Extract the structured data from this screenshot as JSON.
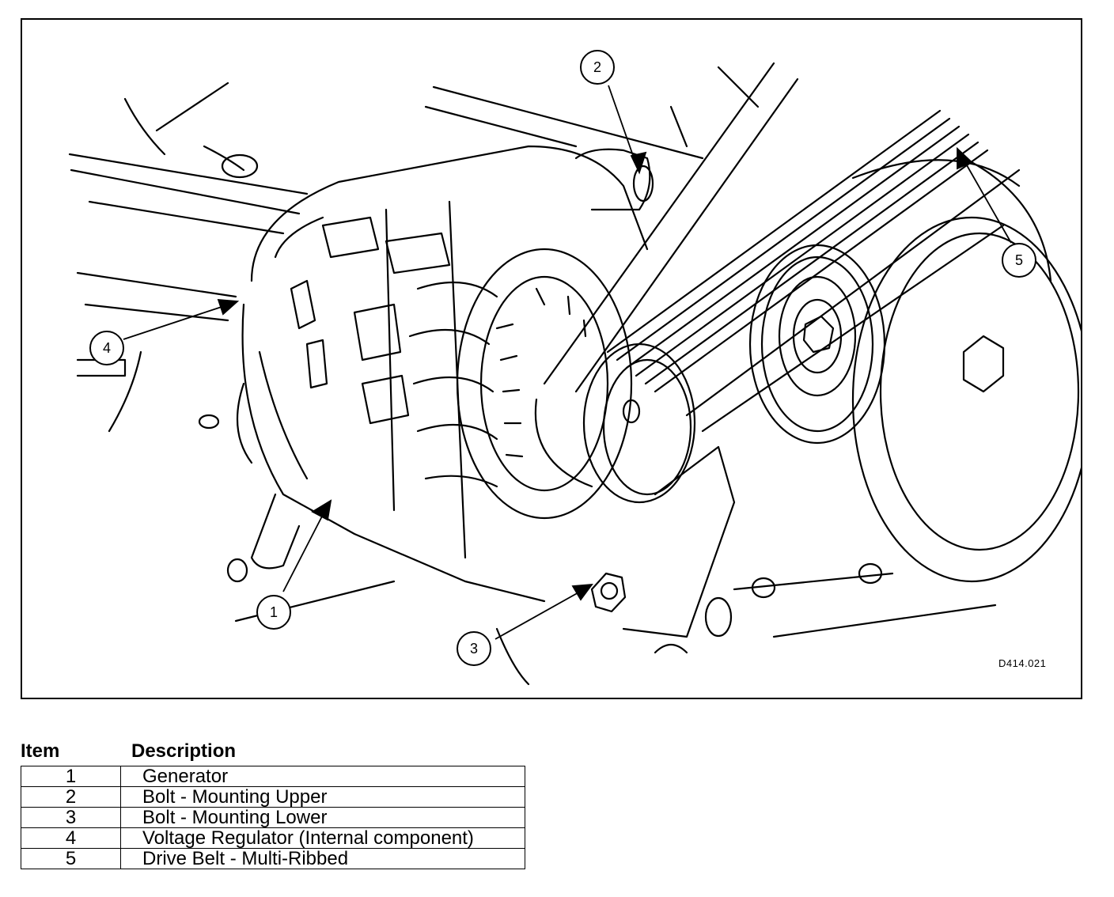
{
  "figure": {
    "code": "D414.021",
    "callouts": [
      "1",
      "2",
      "3",
      "4",
      "5"
    ]
  },
  "legend": {
    "header_item": "Item",
    "header_description": "Description",
    "rows": [
      {
        "item": "1",
        "description": "Generator"
      },
      {
        "item": "2",
        "description": "Bolt - Mounting Upper"
      },
      {
        "item": "3",
        "description": "Bolt - Mounting Lower"
      },
      {
        "item": "4",
        "description": "Voltage Regulator (Internal component)"
      },
      {
        "item": "5",
        "description": "Drive Belt - Multi-Ribbed"
      }
    ]
  }
}
